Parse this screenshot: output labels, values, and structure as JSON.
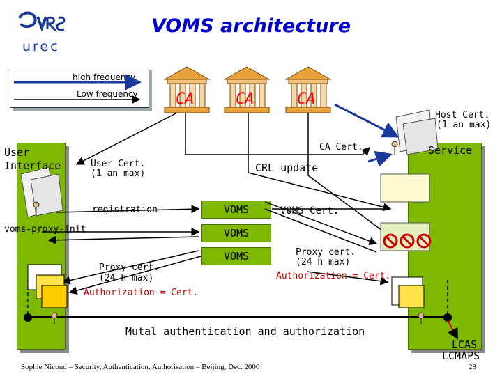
{
  "slide": {
    "title": "VOMS architecture",
    "logo_text": "urec",
    "footer": "Sophie Nicoud – Security, Authentication, Authorisation – Beijing, Dec. 2006",
    "page_number": "28"
  },
  "legend": {
    "high": "high frequency",
    "low": "Low frequency"
  },
  "diagram": {
    "ca_labels": [
      "CA",
      "CA",
      "CA"
    ],
    "host_cert": [
      "Host Cert.",
      "(1 an max)"
    ],
    "user_interface": [
      "User",
      "Interface"
    ],
    "user_cert": [
      "User Cert.",
      "(1 an max)"
    ],
    "ca_cert": "CA Cert.",
    "crl_update": "CRL update",
    "registration": "registration",
    "voms_proxy_init": "voms-proxy-init",
    "voms_labels": [
      "VOMS",
      "VOMS",
      "VOMS"
    ],
    "voms_cert": "VOMS Cert.",
    "service": "Service",
    "proxy_cert_left": [
      "Proxy cert.",
      "(24 h max)"
    ],
    "authz_left": "Authorization = Cert.",
    "proxy_cert_right": [
      "Proxy cert.",
      "(24 h max)"
    ],
    "authz_right": "Authorization = Cert.",
    "mutual_auth": "Mutal authentication and authorization",
    "lcas": [
      "LCAS",
      "LCMAPS"
    ]
  },
  "colors": {
    "title_blue": "#0000cc",
    "accent_red": "#cc0000",
    "panel_green": "#7fb800",
    "arrow_blue": "#1a3a99"
  }
}
